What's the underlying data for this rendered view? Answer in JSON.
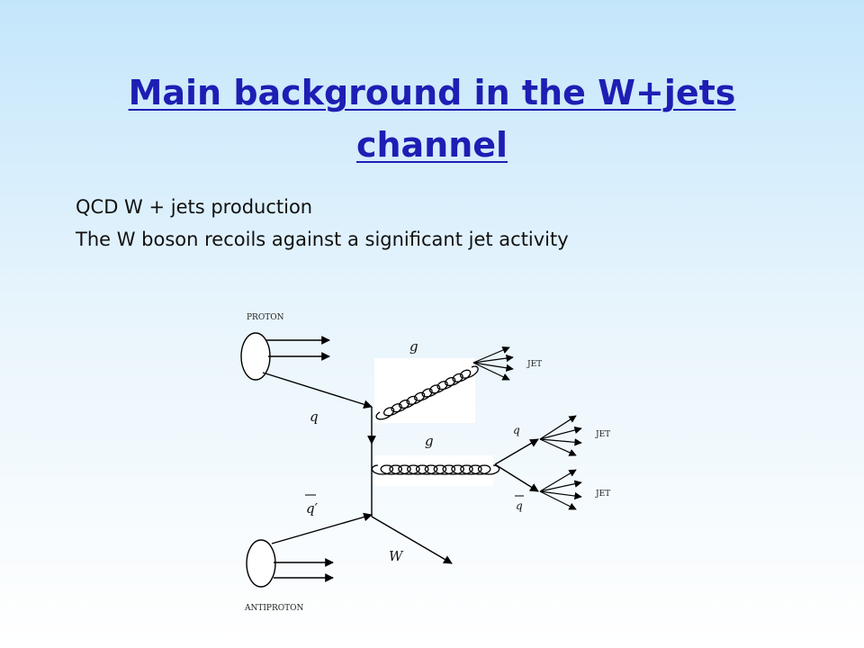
{
  "slide": {
    "title": "Main background in the W+jets channel",
    "bullets": [
      "QCD W + jets production",
      "The W boson recoils against a significant jet activity"
    ]
  },
  "diagram": {
    "proton_label": "PROTON",
    "antiproton_label": "ANTIPROTON",
    "quark_label": "q",
    "antiquark_prime_label": "q′",
    "gluon_top_label": "g",
    "gluon_mid_label": "g",
    "quark_out_label": "q",
    "antiquark_out_label": "q",
    "w_label": "W",
    "jet_top_label": "JET",
    "jet_right_top_label": "JET",
    "jet_right_bottom_label": "JET"
  },
  "colors": {
    "title": "#1e1eb4",
    "text": "#111111",
    "lines": "#000000"
  }
}
